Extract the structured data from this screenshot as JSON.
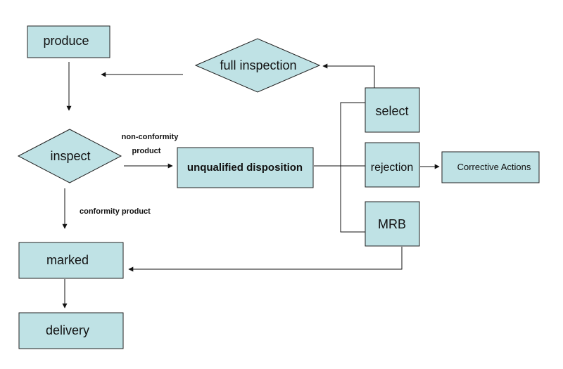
{
  "nodes": {
    "produce": "produce",
    "full_inspection": "full inspection",
    "select": "select",
    "inspect": "inspect",
    "unqualified_disposition": "unqualified disposition",
    "rejection": "rejection",
    "corrective_actions": "Corrective Actions",
    "mrb": "MRB",
    "marked": "marked",
    "delivery": "delivery"
  },
  "edge_labels": {
    "non_conformity_line1": "non-conformity",
    "non_conformity_line2": "product",
    "conformity": "conformity product"
  },
  "colors": {
    "node_fill": "#bfe2e5",
    "node_stroke": "#222222",
    "edge": "#111111"
  }
}
